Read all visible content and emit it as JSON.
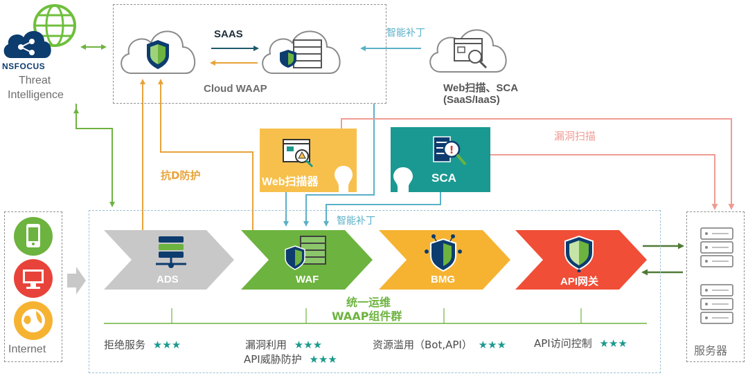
{
  "threat": {
    "brand": "NSFOCUS",
    "label_line1": "Threat",
    "label_line2": "Intelligence",
    "brand_color": "#0d3c6e",
    "globe_color": "#6fbf3c"
  },
  "cloud_waap": {
    "label": "Cloud WAAP",
    "saas_label": "SAAS"
  },
  "scanner_cloud": {
    "label_line1": "Web扫描、SCA",
    "label_line2": "(SaaS/IaaS)",
    "patch_label": "智能补丁"
  },
  "web_scanner": {
    "label": "Web扫描器",
    "color": "#f7c04c"
  },
  "sca": {
    "label": "SCA",
    "color": "#1a9992"
  },
  "labels": {
    "anti_ddos": "抗D防护",
    "vuln_scan": "漏洞扫描",
    "patch_lower": "智能补丁",
    "unified_line1": "统一运维",
    "unified_line2": "WAAP组件群"
  },
  "internet": {
    "label": "Internet",
    "icons": [
      "phone-icon",
      "monitor-icon",
      "globe-icon"
    ],
    "colors": [
      "#6db33f",
      "#e8433a",
      "#f6b332"
    ]
  },
  "components": [
    {
      "label": "ADS",
      "color": "#c8c8c8",
      "icon": "network-server-icon"
    },
    {
      "label": "WAF",
      "color": "#6db33f",
      "icon": "shield-server-icon"
    },
    {
      "label": "BMG",
      "color": "#f6b332",
      "icon": "shield-circuit-icon"
    },
    {
      "label": "API网关",
      "color": "#f04e37",
      "icon": "shield-icon"
    }
  ],
  "capabilities": [
    {
      "label": "拒绝服务",
      "stars": "★★★"
    },
    {
      "label": "漏洞利用",
      "stars": "★★★"
    },
    {
      "label": "API威胁防护",
      "stars": "★★★"
    },
    {
      "label": "资源滥用（Bot,API）",
      "stars": "★★★"
    },
    {
      "label": "API访问控制",
      "stars": "★★★"
    }
  ],
  "servers": {
    "label": "服务器"
  },
  "colors": {
    "green": "#6db33f",
    "orange": "#e8a33a",
    "blue": "#5ab0c8",
    "salmon": "#ef9b93",
    "dark_green": "#4f7a35",
    "star": "#1b998c"
  }
}
